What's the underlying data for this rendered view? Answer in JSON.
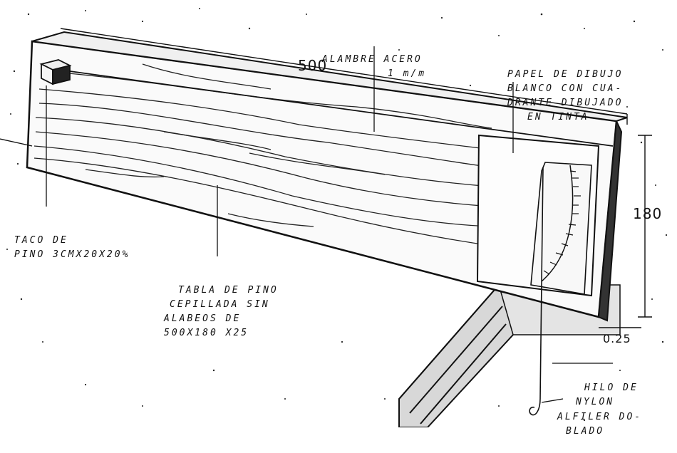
{
  "labels": {
    "wire": [
      "ALAMBRE ACERO",
      "1 m/m"
    ],
    "paper": [
      "PAPEL DE DIBUJO",
      "BLANCO CON CUA-",
      "DRANTE DIBUJADO",
      "EN TINTA"
    ],
    "block": [
      "TACO DE",
      "PINO 3CMX20X20%"
    ],
    "board": [
      "TABLA DE PINO",
      "CEPILLADA SIN",
      "ALABEOS DE",
      "500X180 X25"
    ],
    "nylon": [
      "HILO DE",
      "NYLON"
    ],
    "pin": [
      "ALFILER DO-",
      "BLADO"
    ]
  },
  "dimensions": {
    "length": "500",
    "height": "180",
    "thickness": "0.25"
  }
}
